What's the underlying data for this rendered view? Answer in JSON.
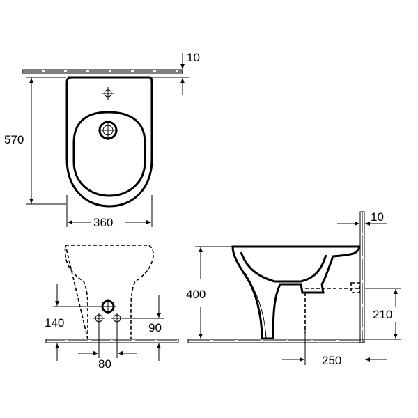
{
  "dimensions": {
    "top_wall_gap": "10",
    "depth": "570",
    "width": "360",
    "inlet_height": "140",
    "outlet_height": "90",
    "outlet_spacing": "80",
    "rim_height": "400",
    "side_wall_gap": "10",
    "drain_height": "210",
    "drain_distance": "250"
  }
}
